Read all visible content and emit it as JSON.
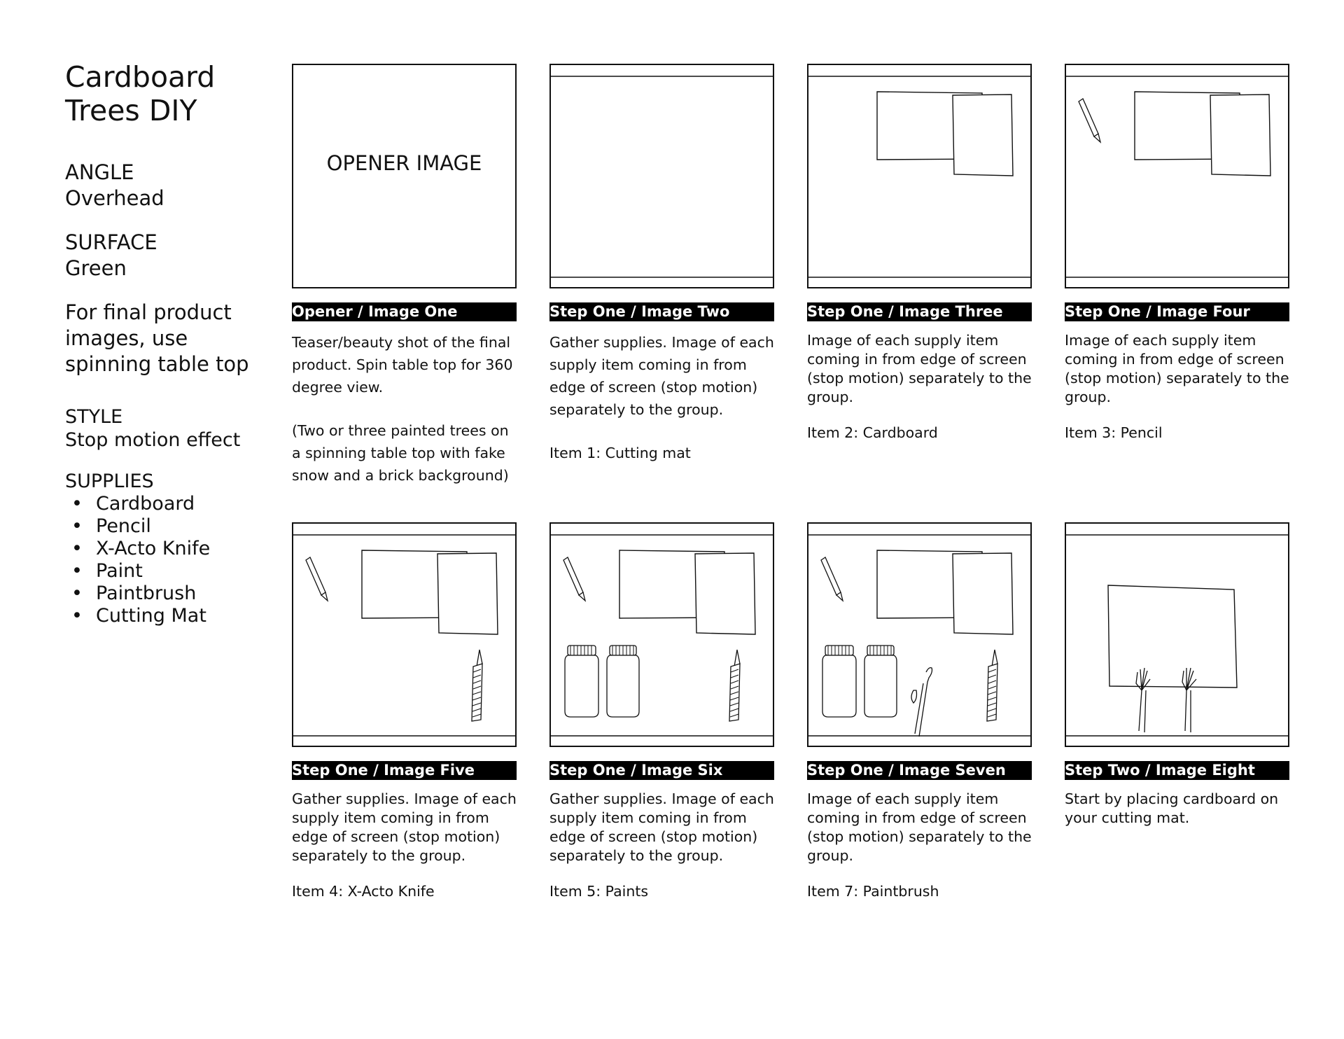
{
  "sidebar": {
    "title": "Cardboard Trees DIY",
    "angle_label": "ANGLE",
    "angle_value": "Overhead",
    "surface_label": "SURFACE",
    "surface_value": "Green",
    "note": "For final product images, use spinning table top",
    "style_label": "STYLE",
    "style_value": "Stop motion effect",
    "supplies_label": "SUPPLIES",
    "supplies": [
      "Cardboard",
      "Pencil",
      "X-Acto Knife",
      "Paint",
      "Paintbrush",
      "Cutting Mat"
    ]
  },
  "panels": [
    {
      "heading": "Opener / Image One",
      "frame_text": "OPENER IMAGE",
      "paragraphs": [
        "Teaser/beauty shot of the final product. Spin table top for 360 degree view.",
        "(Two or three painted trees on a spinning table top with fake snow and a brick background)"
      ]
    },
    {
      "heading": "Step One / Image Two",
      "paragraphs": [
        "Gather supplies. Image of each supply item coming in from edge of screen (stop motion) separately to the group.",
        "Item 1:  Cutting mat"
      ]
    },
    {
      "heading": "Step One / Image Three",
      "paragraphs": [
        "Image of each supply item coming in from edge of screen (stop motion) separately to the group.",
        "Item 2: Cardboard"
      ]
    },
    {
      "heading": "Step One / Image Four",
      "paragraphs": [
        "Image of each supply item coming in from edge of screen (stop motion) separately to the group.",
        "Item 3: Pencil"
      ]
    },
    {
      "heading": "Step One / Image Five",
      "paragraphs": [
        "Gather supplies. Image of each supply item coming in from edge of screen (stop motion) separately to the group.",
        "Item 4: X-Acto Knife"
      ]
    },
    {
      "heading": "Step One / Image Six",
      "paragraphs": [
        "Gather supplies. Image of each supply item coming in from edge of screen (stop motion) separately to the group.",
        "Item 5: Paints"
      ]
    },
    {
      "heading": "Step One / Image Seven",
      "paragraphs": [
        "Image of each supply item coming in from edge of screen (stop motion) separately to the group.",
        "Item 7: Paintbrush"
      ]
    },
    {
      "heading": "Step Two / Image Eight",
      "paragraphs": [
        "Start by placing cardboard on your cutting mat."
      ]
    }
  ]
}
